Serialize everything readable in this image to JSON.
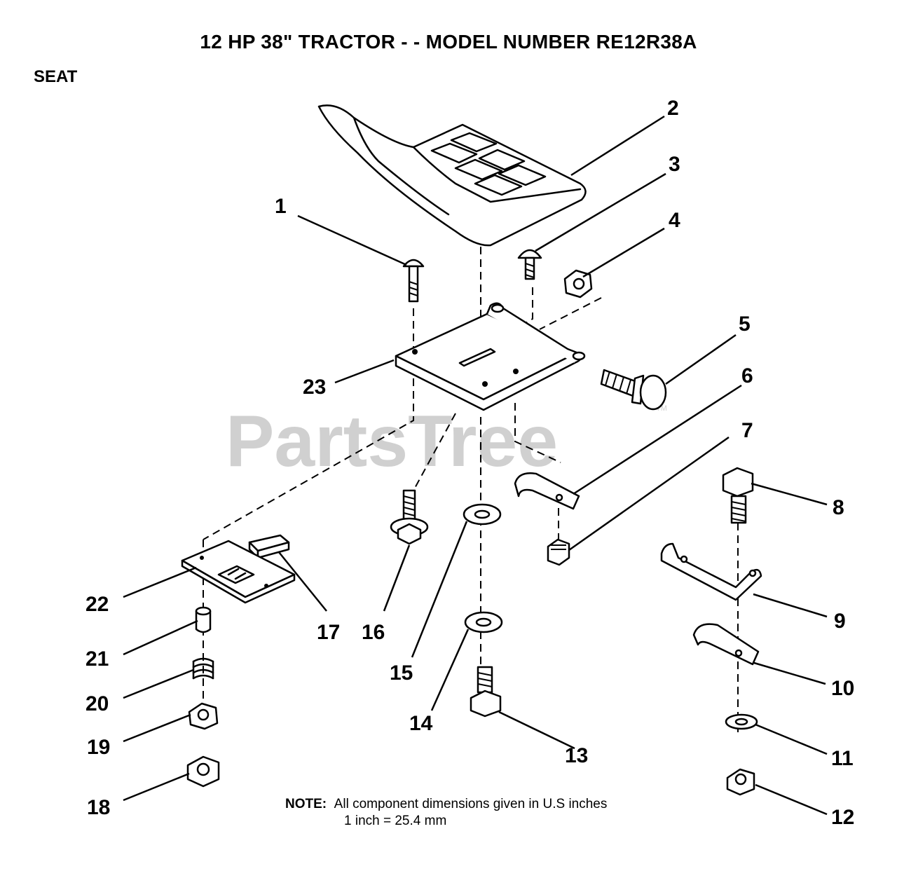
{
  "header": {
    "title": "12 HP 38\" TRACTOR - - MODEL NUMBER RE12R38A",
    "section": "SEAT"
  },
  "watermark": {
    "text": "PartsTree",
    "mark": "TM"
  },
  "note": {
    "label": "NOTE:",
    "line1": "All component dimensions given in U.S  inches",
    "line2": "1 inch = 25.4 mm"
  },
  "callouts": {
    "c1": "1",
    "c2": "2",
    "c3": "3",
    "c4": "4",
    "c5": "5",
    "c6": "6",
    "c7": "7",
    "c8": "8",
    "c9": "9",
    "c10": "10",
    "c11": "11",
    "c12": "12",
    "c13": "13",
    "c14": "14",
    "c15": "15",
    "c16": "16",
    "c17": "17",
    "c18": "18",
    "c19": "19",
    "c20": "20",
    "c21": "21",
    "c22": "22",
    "c23": "23"
  }
}
